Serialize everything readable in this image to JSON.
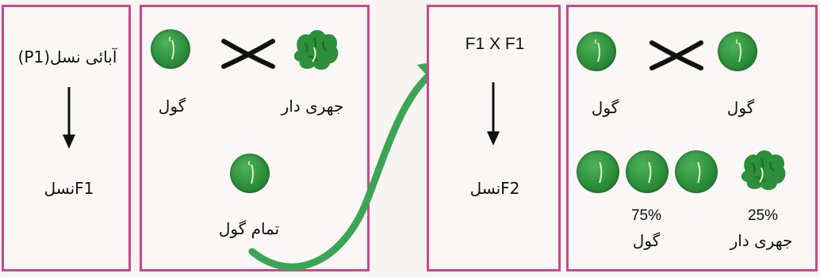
{
  "colors": {
    "border": "#c9488a",
    "pea_green": "#2c8f3b",
    "curve_arrow": "#3aa655"
  },
  "panel1": {
    "top_label": "آبائی نسل(P1)",
    "bottom_label": "F1نسل"
  },
  "panel2": {
    "round_label": "گول",
    "wrinkled_label": "جھری دار",
    "result_label": "تمام گول"
  },
  "panel3": {
    "top_label": "F1 X F1",
    "bottom_label": "F2نسل"
  },
  "panel4": {
    "round_left_label": "گول",
    "round_right_label": "گول",
    "percent_round": "75%",
    "percent_round_label": "گول",
    "percent_wrinkled": "25%",
    "percent_wrinkled_label": "جھری دار"
  },
  "icons": {
    "round_pea": "round-pea-icon",
    "wrinkled_pea": "wrinkled-pea-icon",
    "cross": "cross-icon",
    "down_arrow": "down-arrow-icon",
    "curved_arrow": "curved-arrow-icon"
  }
}
